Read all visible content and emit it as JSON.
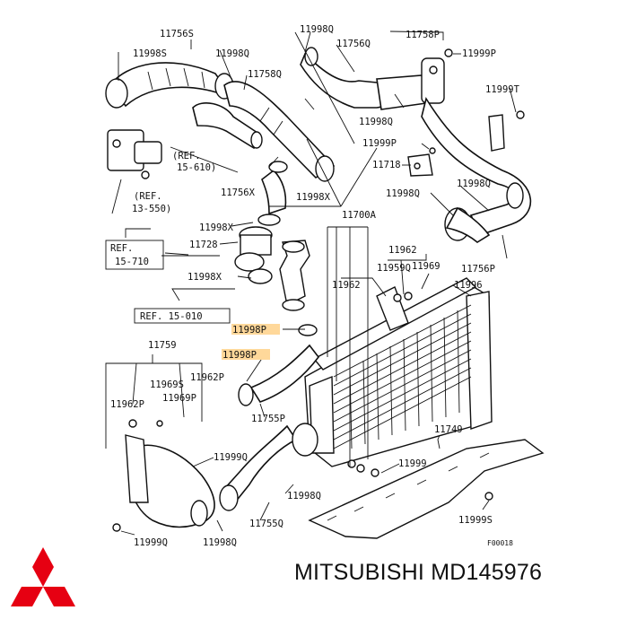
{
  "labels": {
    "p11756S": "11756S",
    "p11998Q_a": "11998Q",
    "p11756Q": "11756Q",
    "p11758P": "11758P",
    "p11999P_a": "11999P",
    "p11998S": "11998S",
    "p11998Q_b": "11998Q",
    "p11758Q": "11758Q",
    "p11999T": "11999T",
    "p11998Q_c": "11998Q",
    "p11999P_b": "11999P",
    "p11718": "11718",
    "p11756X": "11756X",
    "p11998X_a": "11998X",
    "p11998Q_d": "11998Q",
    "p11998Q_e": "11998Q",
    "p11700A": "11700A",
    "p11998X_b": "11998X",
    "p11728": "11728",
    "p11962_a": "11962",
    "p11998X_c": "11998X",
    "p11959Q": "11959Q",
    "p11969": "11969",
    "p11756P": "11756P",
    "p11962_b": "11962",
    "p11996": "11996",
    "p11998P_a": "11998P",
    "p11998P_b": "11998P",
    "p11759": "11759",
    "p11969S": "11969S",
    "p11962P_a": "11962P",
    "p11962P_b": "11962P",
    "p11969P": "11969P",
    "p11755P": "11755P",
    "p11749": "11749",
    "p11999Q_a": "11999Q",
    "p11999": "11999",
    "p11998Q_f": "11998Q",
    "p11999S": "11999S",
    "p11999Q_b": "11999Q",
    "p11998Q_g": "11998Q",
    "p11755Q": "11755Q",
    "figure_code": "F00018"
  },
  "refs": {
    "ref_15_610": "(REF.\n 15-610)",
    "ref_15_610_l1": "(REF.",
    "ref_15_610_l2": " 15-610)",
    "ref_13_550_l1": "(REF.",
    "ref_13_550_l2": " 13-550)",
    "ref_15_710_l1": "REF.",
    "ref_15_710_l2": "15-710",
    "ref_15_010": "REF. 15-010"
  },
  "brand": {
    "caption": "MITSUBISHI MD145976",
    "logo_color": "#e60012",
    "highlight_color": "#ffd89a"
  }
}
